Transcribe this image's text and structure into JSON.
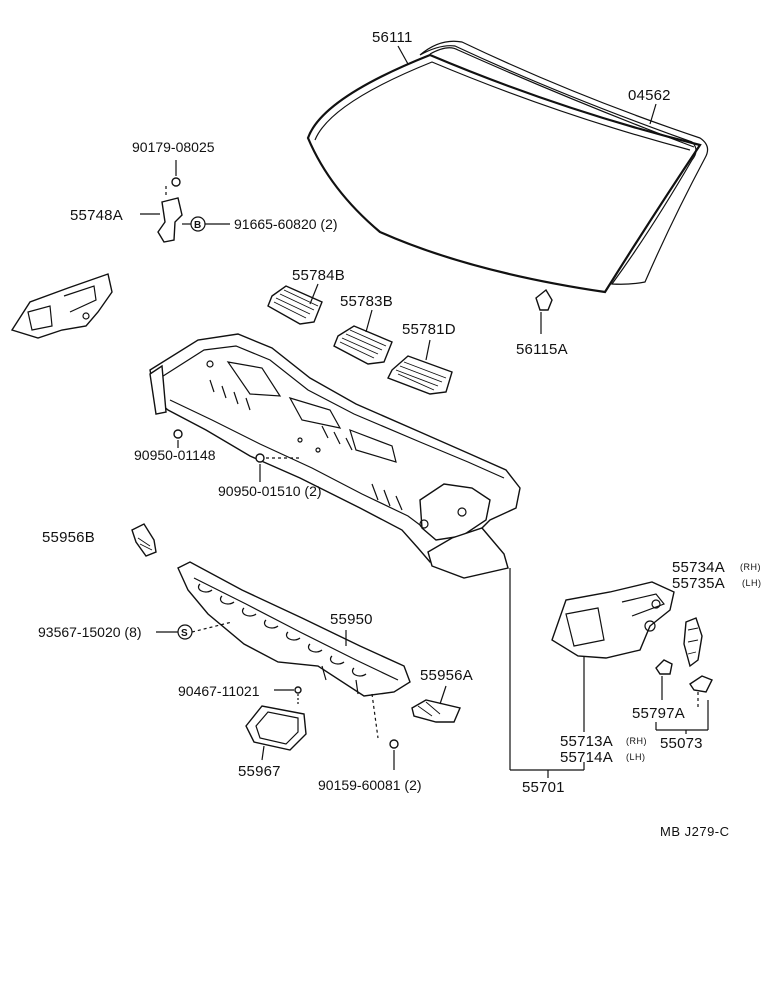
{
  "labels": {
    "p56111": "56111",
    "p04562": "04562",
    "p90179": "90179-08025",
    "p55748A": "55748A",
    "p91665": "91665-60820 (2)",
    "p55784B": "55784B",
    "p55783B": "55783B",
    "p55781D": "55781D",
    "p56115A": "56115A",
    "p90950_01148": "90950-01148",
    "p90950_01510": "90950-01510 (2)",
    "p55956B": "55956B",
    "p93567": "93567-15020 (8)",
    "p55950": "55950",
    "p90467": "90467-11021",
    "p55956A": "55956A",
    "p55967": "55967",
    "p90159": "90159-60081 (2)",
    "p55734A": "55734A",
    "p55735A": "55735A",
    "p55797A": "55797A",
    "p55713A": "55713A",
    "p55714A": "55714A",
    "p55073": "55073",
    "p55701": "55701"
  },
  "qualifiers": {
    "rh_paren": "(RH)",
    "lh_paren": "(LH)",
    "rh": "RH",
    "lh": "LH"
  },
  "symbols": {
    "b_marker": "B",
    "s_marker": "S"
  },
  "code": "MB  J279-C"
}
